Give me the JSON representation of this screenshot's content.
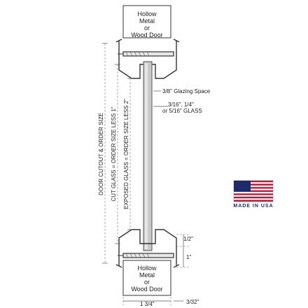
{
  "diagram": {
    "door_top": {
      "line1": "Hollow",
      "line2": "Metal",
      "line3": "or",
      "line4": "Wood Door"
    },
    "door_bottom": {
      "line1": "Hollow",
      "line2": "Metal",
      "line3": "or",
      "line4": "Wood Door"
    },
    "callouts": {
      "glazing_space": "3/8\" Glazing Space",
      "glass_line1": "3/16\", 1/4\"",
      "glass_line2": "or 5/16\" GLASS"
    },
    "vertical_dims": {
      "door_cutout": "DOOR CUTOUT & ORDER SIZE",
      "cut_glass": "CUT GLASS = ORDER SIZE LESS 1\"",
      "exposed_glass": "EXPOSED GLASS = ORDER SIZE LESS 2\""
    },
    "side_dims": {
      "half_inch": "1/2\"",
      "one_inch": "1\""
    },
    "bottom_dims": {
      "width": "1 3/4\"",
      "gap": "3/32\""
    }
  },
  "badge": {
    "text": "MADE IN USA",
    "flag_red": "#c8102e",
    "flag_blue": "#1f2a6b"
  }
}
